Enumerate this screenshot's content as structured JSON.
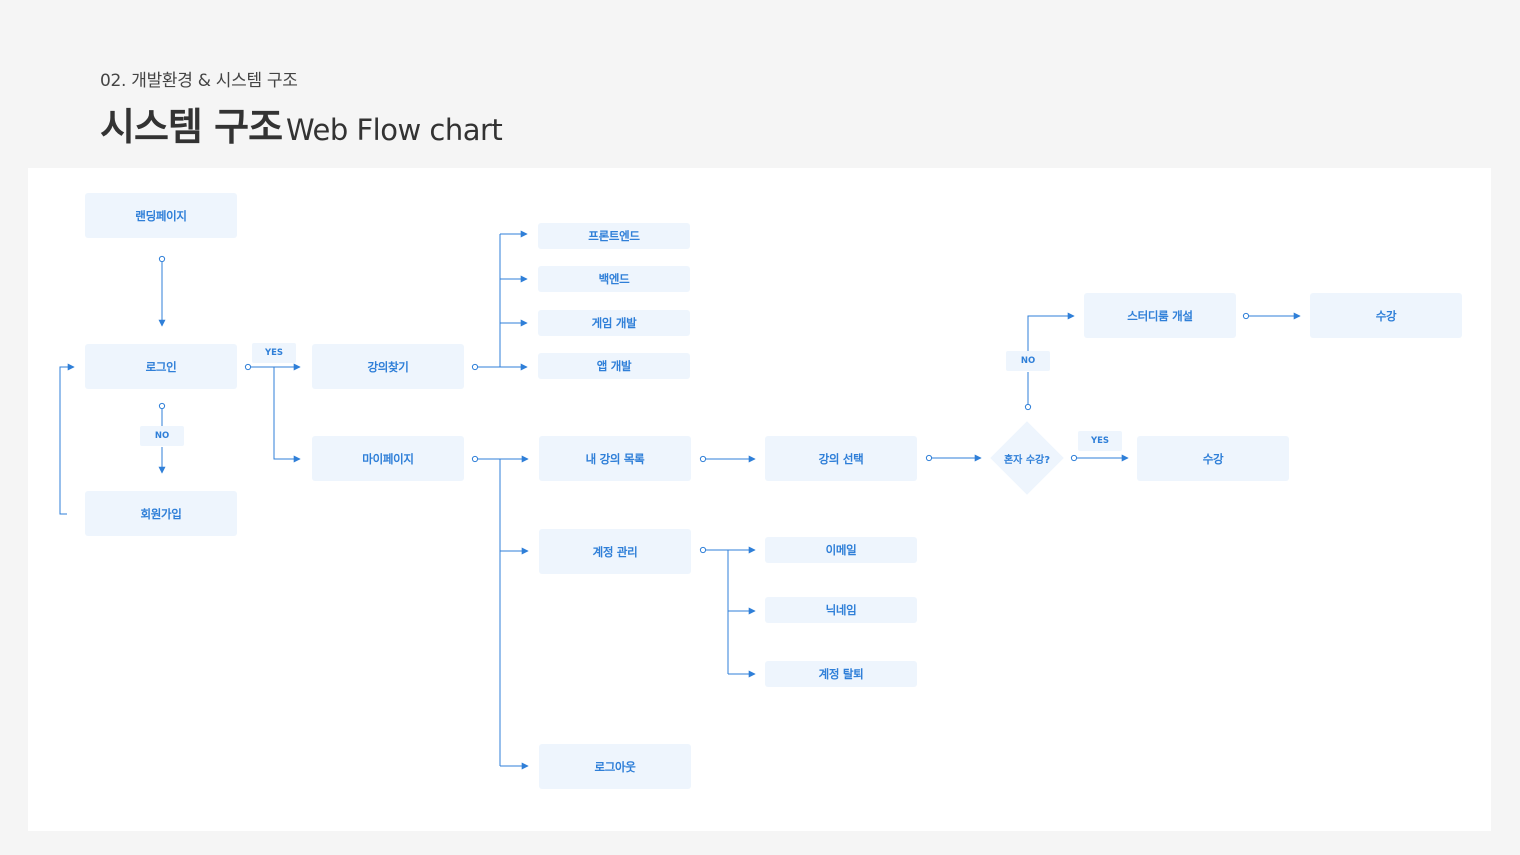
{
  "header": {
    "subtitle": "02. 개발환경 & 시스템 구조",
    "title_ko": "시스템 구조",
    "title_en": "Web Flow chart"
  },
  "nodes": {
    "landing": "랜딩페이지",
    "login": "로그인",
    "signup": "회원가입",
    "find_course": "강의찾기",
    "mypage": "마이페이지",
    "frontend": "프론트엔드",
    "backend": "백엔드",
    "game_dev": "게임 개발",
    "app_dev": "앱 개발",
    "my_courses": "내 강의 목록",
    "account_mgmt": "계정 관리",
    "logout": "로그아웃",
    "select_course": "강의 선택",
    "email": "이메일",
    "nickname": "닉네임",
    "withdraw": "계정 탈퇴",
    "solo_question": "혼자 수강?",
    "studyroom": "스터디룸 개설",
    "attend_top": "수강",
    "attend_bottom": "수강"
  },
  "tags": {
    "login_no": "NO",
    "login_yes": "YES",
    "solo_no": "NO",
    "solo_yes": "YES"
  },
  "colors": {
    "accent": "#2f7fd8",
    "box_bg": "#eef5fd",
    "panel_bg": "#ffffff",
    "page_bg": "#f5f5f5"
  }
}
